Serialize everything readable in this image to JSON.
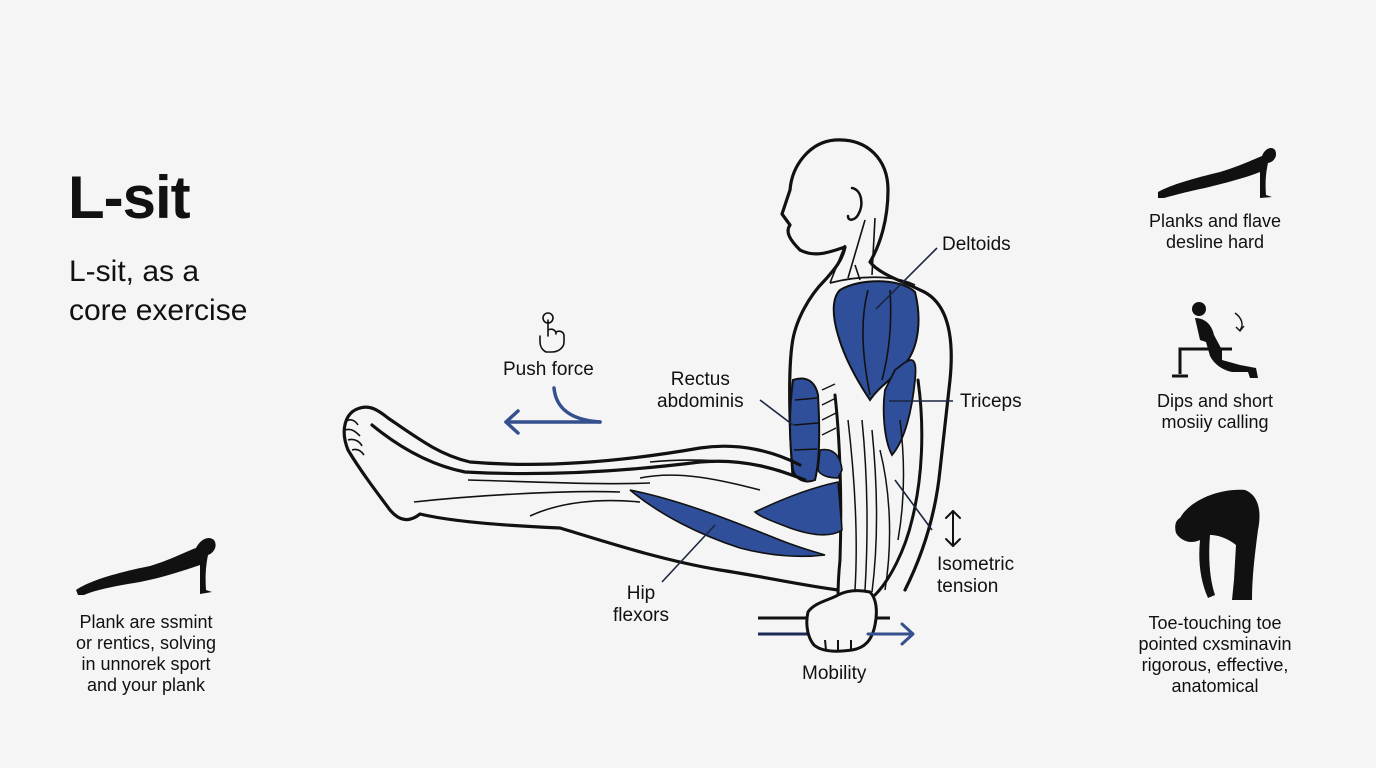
{
  "header": {
    "title": "L-sit",
    "subtitle_line1": "L-sit, as a",
    "subtitle_line2": "core exercise"
  },
  "colors": {
    "background": "#f5f5f5",
    "muscle_blue": "#2f4f9a",
    "arrow_blue": "#34508f",
    "outline": "#111111"
  },
  "annotations": {
    "push_force": "Push force",
    "rectus_line1": "Rectus",
    "rectus_line2": "abdominis",
    "deltoids": "Deltoids",
    "triceps": "Triceps",
    "isometric_line1": "Isometric",
    "isometric_line2": "tension",
    "hip_line1": "Hip",
    "hip_line2": "flexors",
    "mobility": "Mobility"
  },
  "side_cards": {
    "left_bottom": {
      "icon": "plank-silhouette",
      "lines": [
        "Plank are ssmint",
        "or rentics, solving",
        "in unnorek sport",
        "and your plank"
      ]
    },
    "right_top": {
      "icon": "plank-silhouette",
      "lines": [
        "Planks and flave",
        "desline hard"
      ]
    },
    "right_middle": {
      "icon": "dips-silhouette",
      "lines": [
        "Dips and short",
        "mosiiy calling"
      ]
    },
    "right_bottom": {
      "icon": "toe-touch-silhouette",
      "lines": [
        "Toe-touching toe",
        "pointed cxsminavin",
        "rigorous, effective,",
        "anatomical"
      ]
    }
  }
}
